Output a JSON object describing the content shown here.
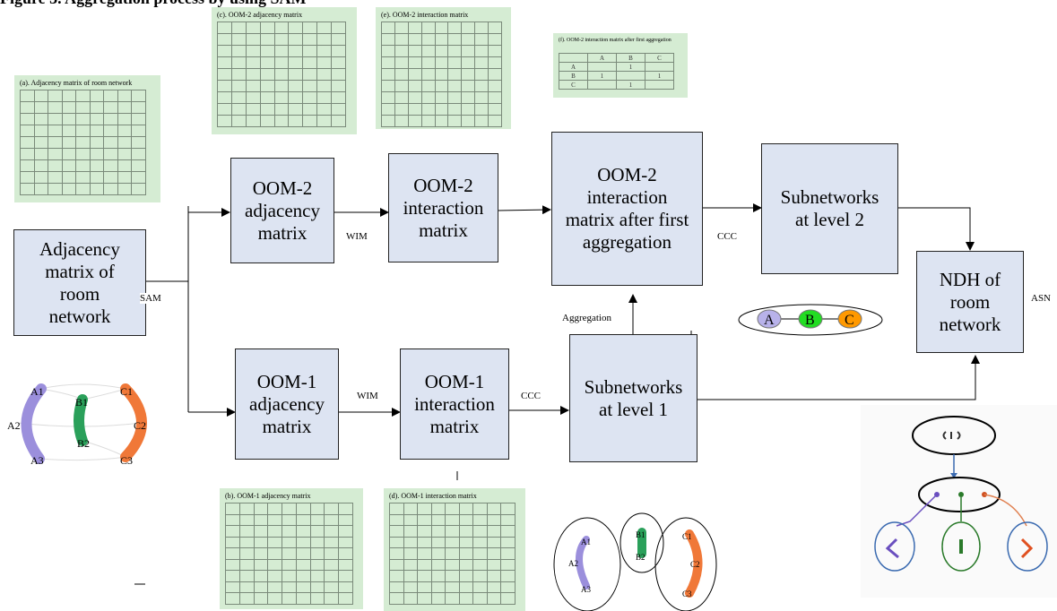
{
  "caption": "Figure 3. Aggregation process by using SAM",
  "boxes": {
    "adjacency_room": "Adjacency\nmatrix of\nroom\nnetwork",
    "oom2_adj": "OOM-2\nadjacency\nmatrix",
    "oom2_int": "OOM-2\ninteraction\nmatrix",
    "oom2_int_agg": "OOM-2\ninteraction\nmatrix after first\naggregation",
    "sub_l2": "Subnetworks\nat level 2",
    "ndh": "NDH of\nroom\nnetwork",
    "oom1_adj": "OOM-1\nadjacency\nmatrix",
    "oom1_int": "OOM-1\ninteraction\nmatrix",
    "sub_l1": "Subnetworks\nat level 1"
  },
  "labels": {
    "sam": "SAM",
    "wim_top": "WIM",
    "ccc_top": "CCC",
    "asn": "ASN",
    "aggregation": "Aggregation",
    "wim_bottom": "WIM",
    "ccc_bottom": "CCC"
  },
  "matrices": {
    "a": {
      "title": "(a). Adjacency matrix of room network"
    },
    "b": {
      "title": "(b). OOM-1 adjacency matrix"
    },
    "c": {
      "title": "(c). OOM-2 adjacency matrix"
    },
    "d": {
      "title": "(d). OOM-1 interaction matrix"
    },
    "e": {
      "title": "(e). OOM-2 interaction matrix"
    },
    "f": {
      "title": "(f). OOM-2 interaction matrix after first aggregation",
      "header": [
        "",
        "A",
        "B",
        "C"
      ],
      "rows": [
        [
          "A",
          "",
          "1",
          ""
        ],
        [
          "B",
          "1",
          "",
          "1"
        ],
        [
          "C",
          "",
          "1",
          ""
        ]
      ]
    }
  },
  "nodes": {
    "a1": "A1",
    "a2": "A2",
    "a3": "A3",
    "b1": "B1",
    "b2": "B2",
    "c1": "C1",
    "c2": "C2",
    "c3": "C3",
    "agg_a": "A",
    "agg_b": "B",
    "agg_c": "C"
  },
  "colors": {
    "box_fill": "#dde4f2",
    "matrix_bg": "#d5ecd3",
    "group_a": "#9b8fdc",
    "group_b": "#2aa05a",
    "group_c": "#f07838",
    "node_b": "#22dd22",
    "node_c": "#ff9900"
  }
}
